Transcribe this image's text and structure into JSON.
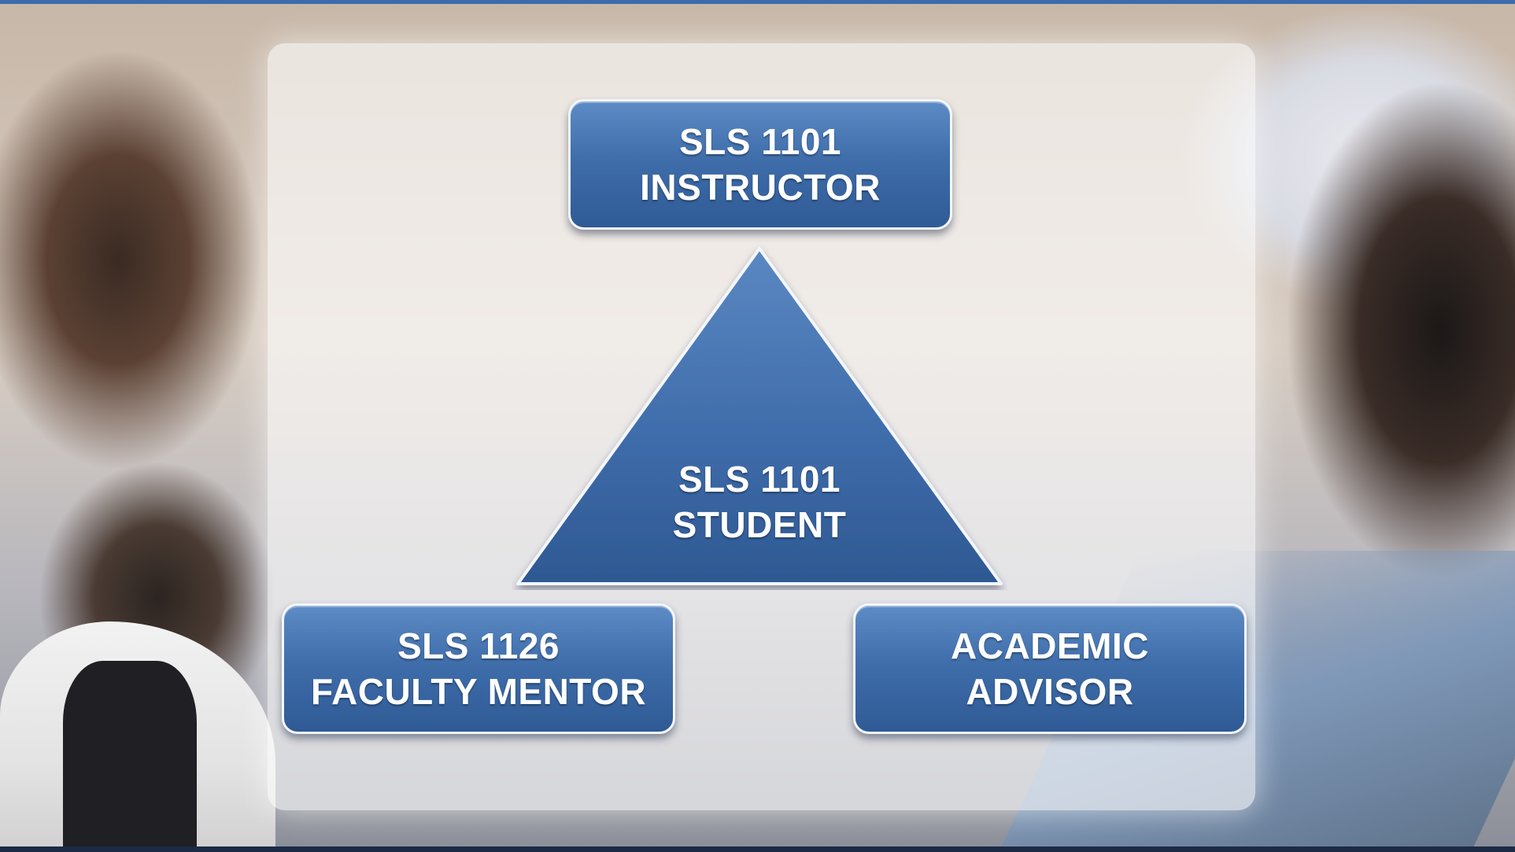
{
  "diagram": {
    "top": {
      "line1": "SLS 1101",
      "line2": "INSTRUCTOR"
    },
    "center": {
      "line1": "SLS 1101",
      "line2": "STUDENT"
    },
    "left": {
      "line1": "SLS 1126",
      "line2": "FACULTY MENTOR"
    },
    "right": {
      "line1": "ACADEMIC",
      "line2": "ADVISOR"
    }
  },
  "colors": {
    "box_fill": "#3f6eab",
    "box_border": "#f3f6fb",
    "text": "#ffffff",
    "accent_rule": "#3c6bb0"
  }
}
